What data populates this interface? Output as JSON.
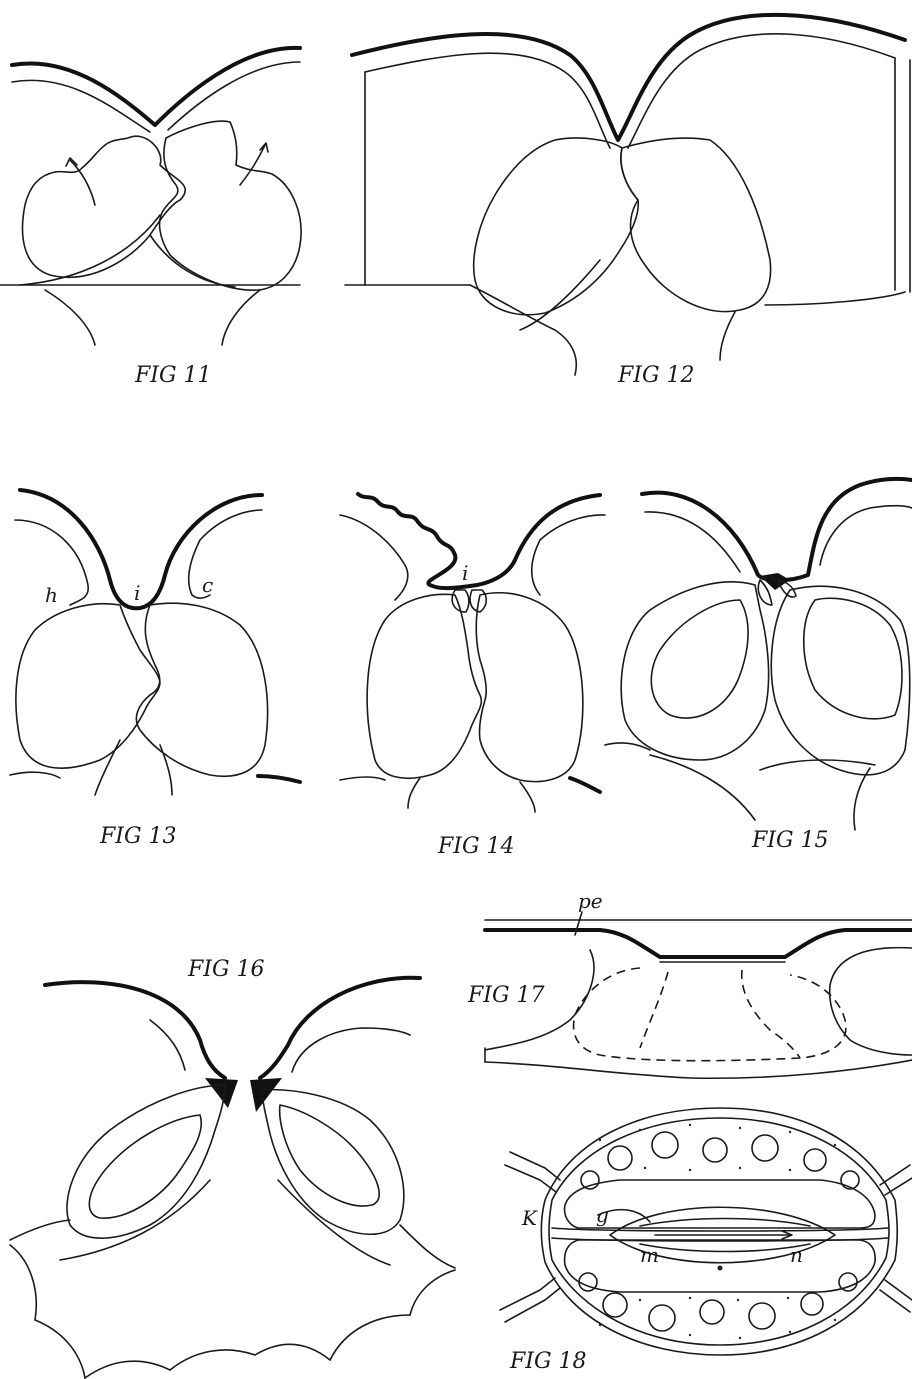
{
  "figures": {
    "fig11": {
      "caption": "FIG 11"
    },
    "fig12": {
      "caption": "FIG 12"
    },
    "fig13": {
      "caption": "FIG 13",
      "labels": {
        "h": "h",
        "i": "i",
        "c": "c"
      }
    },
    "fig14": {
      "caption": "FIG 14",
      "labels": {
        "i": "i"
      }
    },
    "fig15": {
      "caption": "FIG 15"
    },
    "fig16": {
      "caption": "FIG 16"
    },
    "fig17": {
      "caption": "FIG 17",
      "labels": {
        "pe": "pe"
      }
    },
    "fig18": {
      "caption": "FIG 18",
      "labels": {
        "K": "K",
        "g": "g",
        "m": "m",
        "n": "n"
      }
    }
  }
}
